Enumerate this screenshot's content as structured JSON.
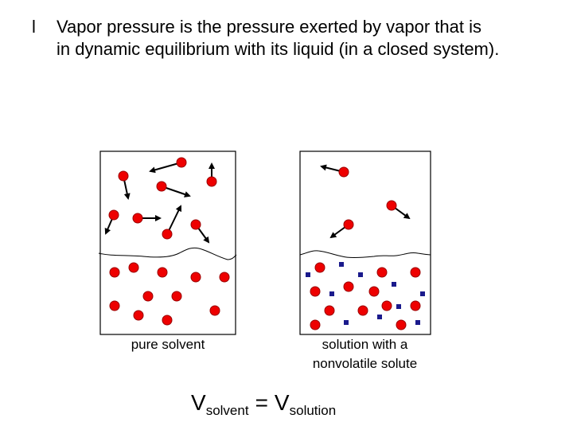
{
  "slide": {
    "bullet": "l",
    "heading_lines": [
      "Vapor pressure is the pressure exerted by vapor that is",
      "in dynamic equilibrium with its liquid (in a closed system)."
    ]
  },
  "colors": {
    "solvent_molecule": "#ee0000",
    "solute_particle": "#1a1a8c",
    "arrow": "#000000",
    "container_border": "#000000"
  },
  "containers": [
    {
      "id": "pure-solvent",
      "caption": "pure solvent",
      "gas_molecules": 8,
      "liquid_solvent_molecules": 11,
      "liquid_solute_particles": 0
    },
    {
      "id": "solution",
      "caption_lines": [
        "solution with a",
        "nonvolatile solute"
      ],
      "gas_molecules": 3,
      "liquid_solvent_molecules": 12,
      "liquid_solute_particles": 10
    }
  ],
  "equation": {
    "left_symbol": "V",
    "left_subscript": "solvent",
    "operator": "=",
    "right_symbol": "V",
    "right_subscript": "solution"
  }
}
